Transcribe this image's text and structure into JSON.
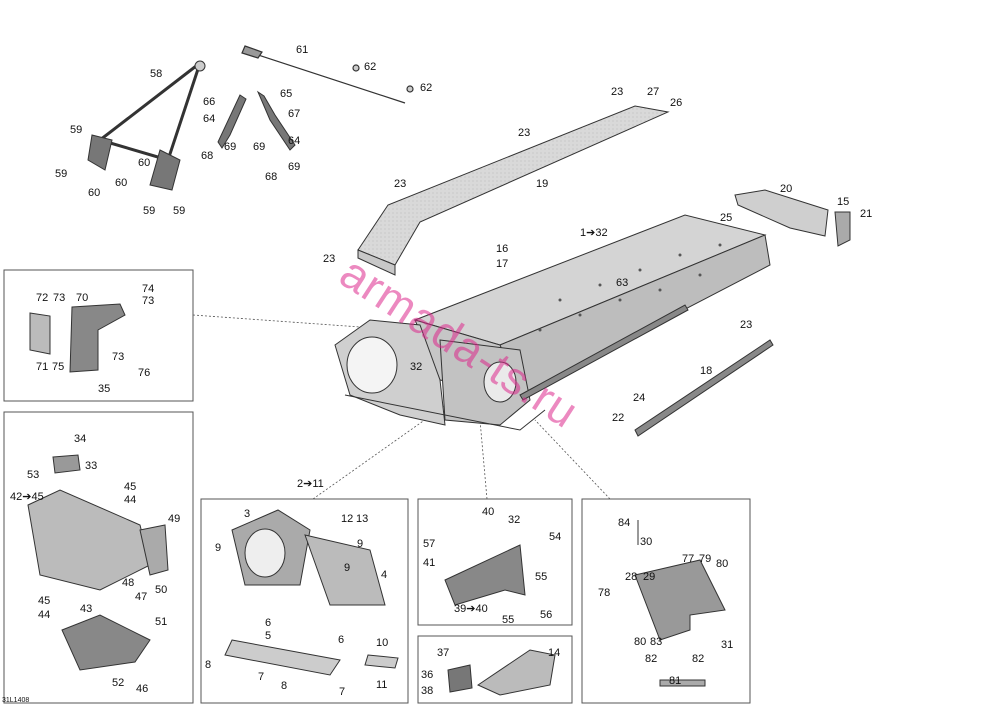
{
  "diagram_code": "31L1408",
  "watermark": "armada-ts.ru",
  "callouts": {
    "c61": "61",
    "c62a": "62",
    "c62b": "62",
    "c58": "58",
    "c65": "65",
    "c66": "66",
    "c67": "67",
    "c64a": "64",
    "c64b": "64",
    "c69a": "69",
    "c69b": "69",
    "c69c": "69",
    "c68a": "68",
    "c68b": "68",
    "c59a": "59",
    "c59b": "59",
    "c59c": "59",
    "c59d": "59",
    "c60a": "60",
    "c60b": "60",
    "c60c": "60",
    "c23a": "23",
    "c27": "27",
    "c26": "26",
    "c23b": "23",
    "c19": "19",
    "c23c": "23",
    "c20": "20",
    "c15": "15",
    "c21": "21",
    "c25": "25",
    "c23d": "23",
    "c132": "1➔32",
    "c16": "16",
    "c17": "17",
    "c63": "63",
    "c23e": "23",
    "c18": "18",
    "c24": "24",
    "c22": "22",
    "c32a": "32",
    "c74": "74",
    "c73a": "73",
    "c72": "72",
    "c73b": "73",
    "c70": "70",
    "c73c": "73",
    "c71": "71",
    "c75": "75",
    "c76": "76",
    "c35": "35",
    "c34": "34",
    "c33": "33",
    "c53": "53",
    "c4245": "42➔45",
    "c45a": "45",
    "c44a": "44",
    "c49": "49",
    "c48": "48",
    "c47": "47",
    "c50": "50",
    "c45b": "45",
    "c44b": "44",
    "c43": "43",
    "c51": "51",
    "c52": "52",
    "c46": "46",
    "c211": "2➔11",
    "c3": "3",
    "c12": "12",
    "c13": "13",
    "c9a": "9",
    "c9b": "9",
    "c9c": "9",
    "c4": "4",
    "c6a": "6",
    "c6b": "6",
    "c5": "5",
    "c8a": "8",
    "c8b": "8",
    "c7a": "7",
    "c7b": "7",
    "c10": "10",
    "c11": "11",
    "c40": "40",
    "c32b": "32",
    "c54": "54",
    "c57": "57",
    "c41": "41",
    "c55a": "55",
    "c3940": "39➔40",
    "c55b": "55",
    "c56": "56",
    "c37": "37",
    "c14": "14",
    "c36": "36",
    "c38": "38",
    "c84": "84",
    "c30": "30",
    "c28": "28",
    "c29": "29",
    "c77": "77",
    "c79": "79",
    "c80a": "80",
    "c78": "78",
    "c80b": "80",
    "c83": "83",
    "c31": "31",
    "c82a": "82",
    "c82b": "82",
    "c81": "81"
  }
}
